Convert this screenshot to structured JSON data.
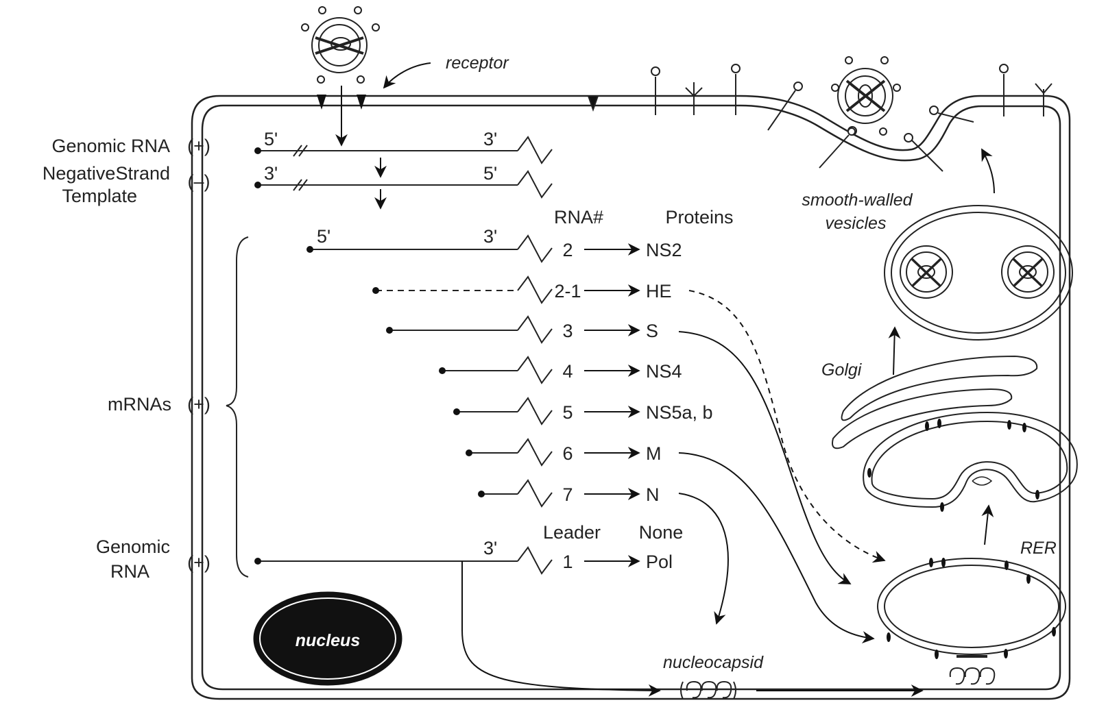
{
  "left_labels": {
    "genomic_rna_top": "Genomic RNA",
    "plus_sign": "(+)",
    "negative_strand_line1": "NegativeStrand",
    "negative_strand_line2": "Template",
    "minus_sign": "(–)",
    "mrnas": "mRNAs",
    "genomic_rna_bottom_line1": "Genomic",
    "genomic_rna_bottom_line2": "RNA"
  },
  "end_labels": {
    "five_prime": "5'",
    "three_prime": "3'"
  },
  "column_headers": {
    "rna_number": "RNA#",
    "proteins": "Proteins",
    "leader": "Leader",
    "none": "None"
  },
  "mrna_rows": [
    {
      "rna": "2",
      "protein": "NS2"
    },
    {
      "rna": "2-1",
      "protein": "HE"
    },
    {
      "rna": "3",
      "protein": "S"
    },
    {
      "rna": "4",
      "protein": "NS4"
    },
    {
      "rna": "5",
      "protein": "NS5a, b"
    },
    {
      "rna": "6",
      "protein": "M"
    },
    {
      "rna": "7",
      "protein": "N"
    },
    {
      "rna": "1",
      "protein": "Pol"
    }
  ],
  "structure_labels": {
    "receptor": "receptor",
    "smooth_walled_line1": "smooth-walled",
    "smooth_walled_line2": "vesicles",
    "golgi": "Golgi",
    "rer": "RER",
    "nucleus": "nucleus",
    "nucleocapsid": "nucleocapsid"
  }
}
